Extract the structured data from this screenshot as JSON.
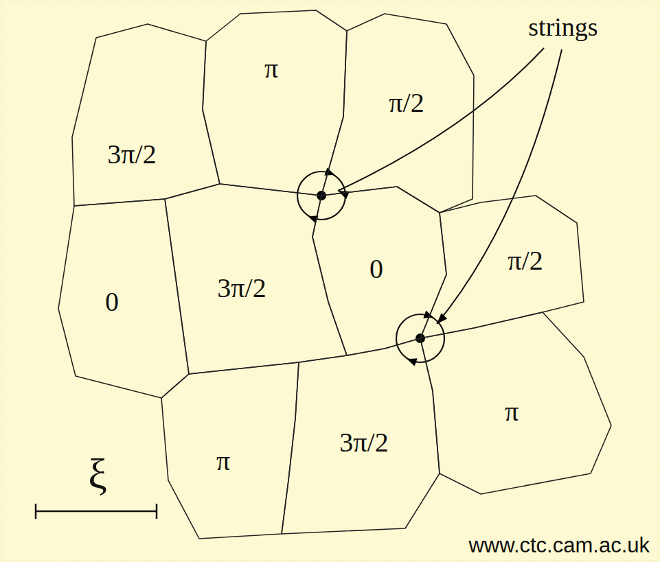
{
  "diagram": {
    "nodes": [
      {
        "text": [
          "π"
        ]
      },
      {
        "text": [
          "π/2"
        ]
      },
      {
        "text": [
          "3π/2"
        ]
      },
      {
        "text": [
          "0"
        ]
      },
      {
        "text": [
          "π/2"
        ]
      },
      {
        "text": [
          "3π/2"
        ]
      },
      {
        "text": [
          "0"
        ]
      },
      {
        "text": [
          "π"
        ]
      },
      {
        "text": [
          "3π/2"
        ]
      },
      {
        "text": [
          "π"
        ]
      }
    ],
    "labels": [
      "strings",
      "ξ",
      "www.ctc.cam.ac.uk"
    ]
  }
}
